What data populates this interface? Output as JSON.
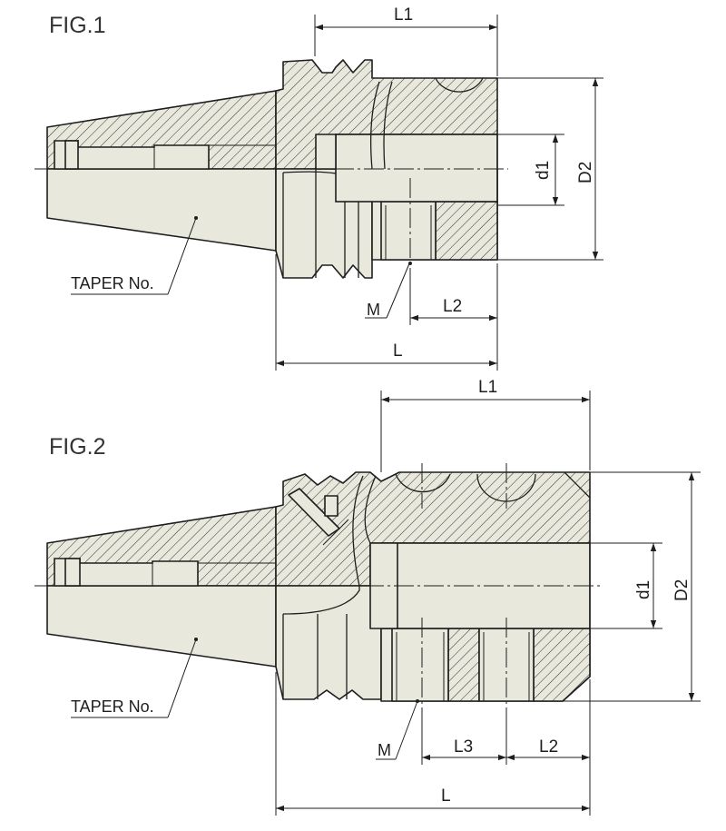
{
  "figures": [
    {
      "title": "FIG.1",
      "labels": {
        "taper": "TAPER No.",
        "L1": "L1",
        "L": "L",
        "L2": "L2",
        "M": "M",
        "d1": "d1",
        "D2": "D2"
      }
    },
    {
      "title": "FIG.2",
      "labels": {
        "taper": "TAPER No.",
        "L1": "L1",
        "L": "L",
        "L2": "L2",
        "L3": "L3",
        "M": "M",
        "d1": "d1",
        "D2": "D2"
      }
    }
  ],
  "colors": {
    "body_fill": "#e8e8dc",
    "line": "#1e1e1e"
  }
}
